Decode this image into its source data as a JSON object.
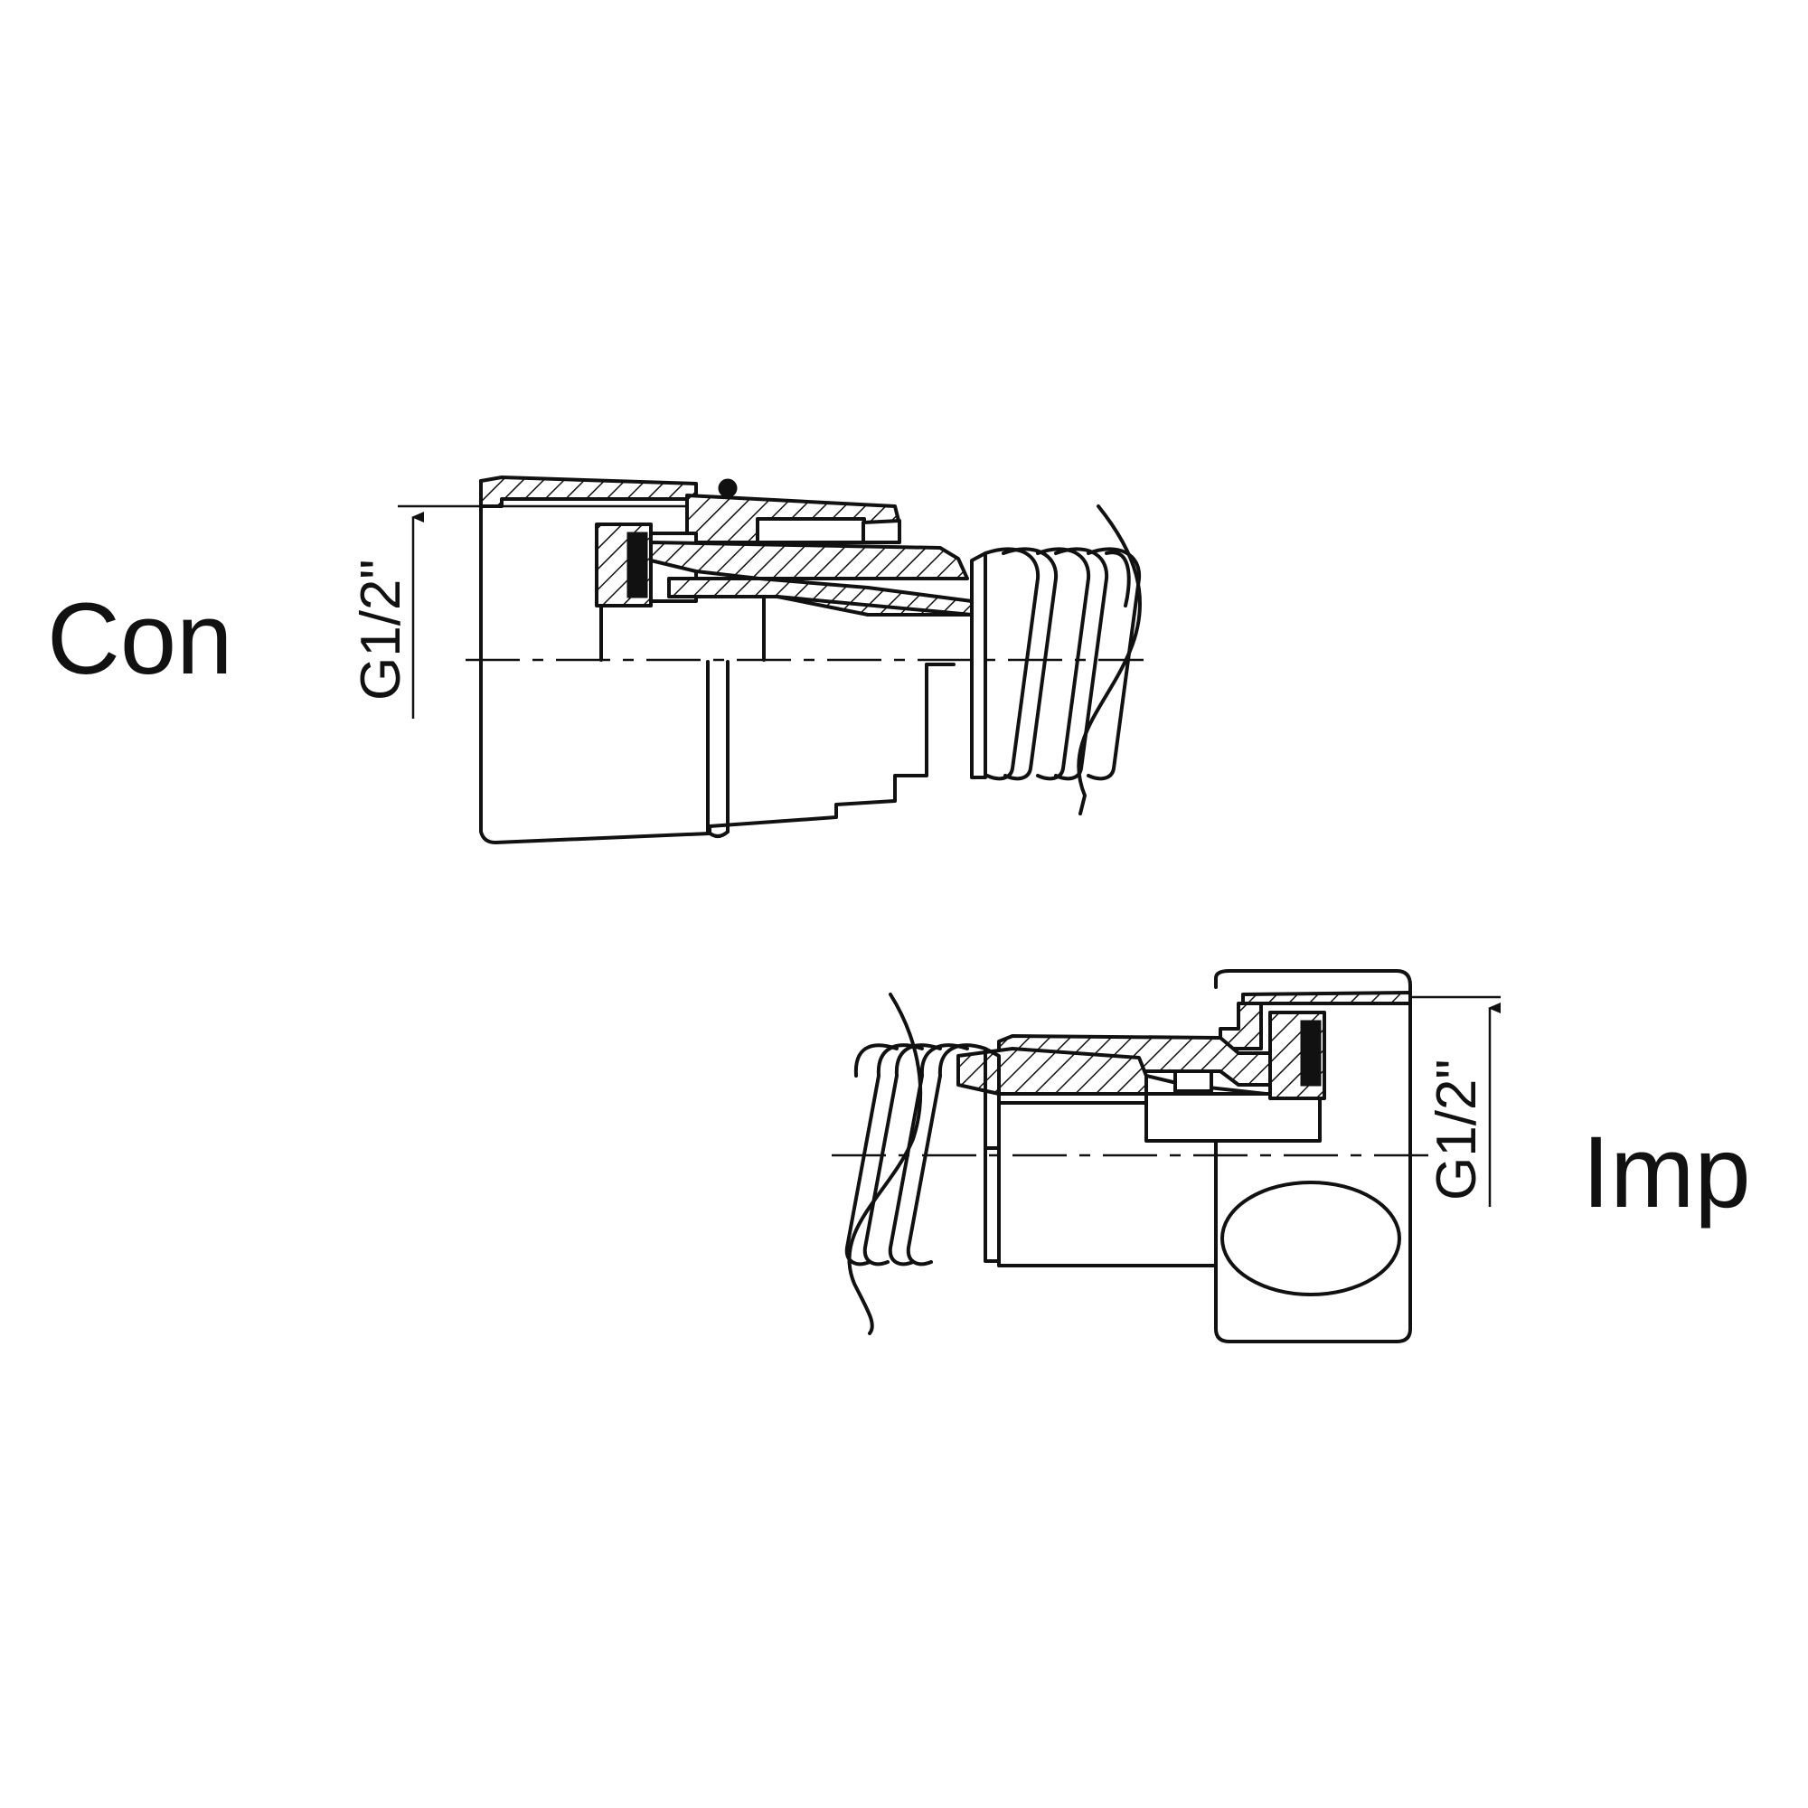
{
  "labels": {
    "top_fitting": "Con",
    "bottom_fitting": "Imp",
    "top_dimension": "G1/2\"",
    "bottom_dimension": "G1/2\""
  },
  "colors": {
    "line": "#111111",
    "background": "#ffffff"
  }
}
